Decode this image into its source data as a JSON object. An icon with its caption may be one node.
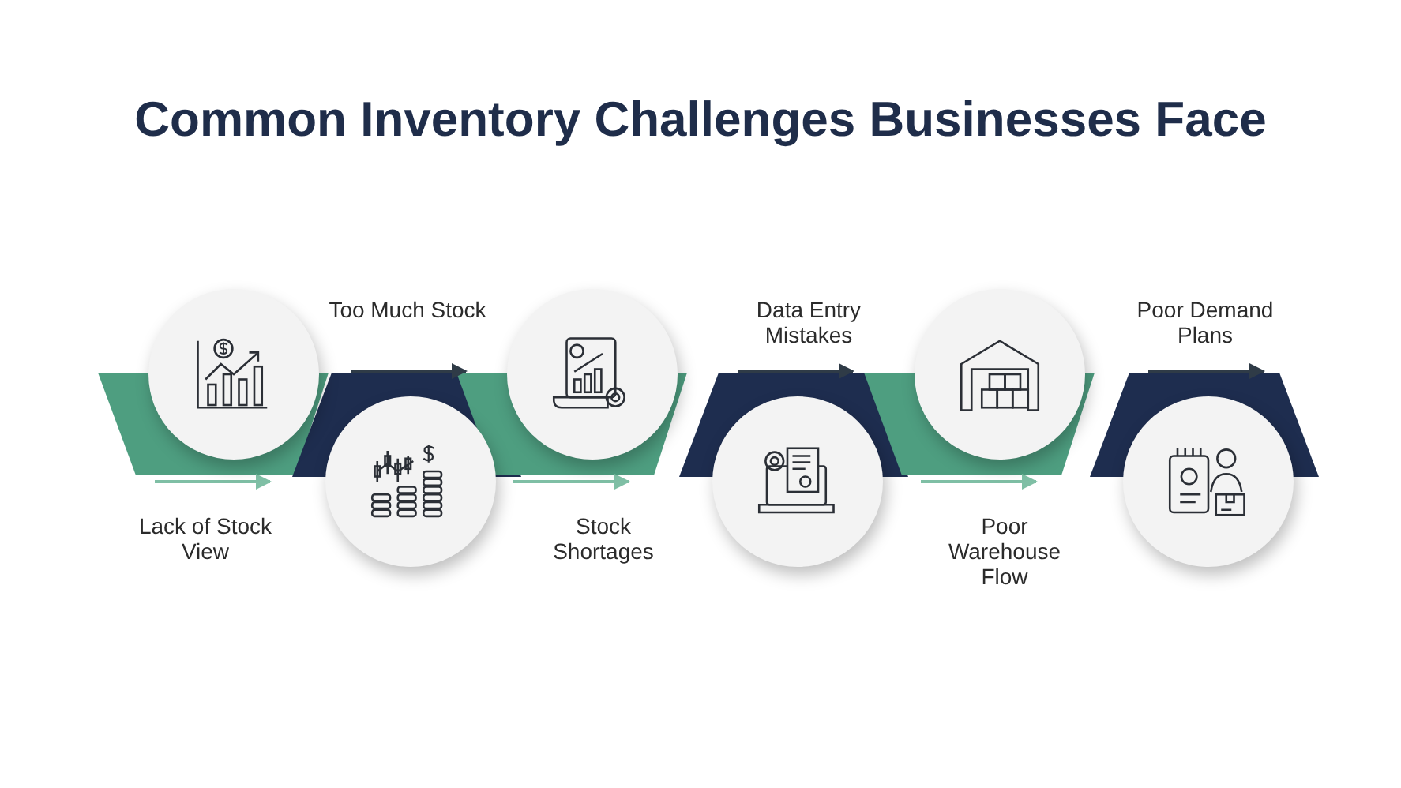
{
  "diagram": {
    "title": "Common Inventory Challenges Businesses Face",
    "nodes": [
      {
        "text": [],
        "shape": "circle"
      },
      {
        "text": [],
        "shape": "circle"
      },
      {
        "text": [],
        "shape": "circle"
      },
      {
        "text": [],
        "shape": "circle"
      },
      {
        "text": [],
        "shape": "circle"
      },
      {
        "text": [],
        "shape": "circle"
      }
    ],
    "labels": [
      "Too Much Stock",
      "Data Entry Mistakes",
      "Poor Demand Plans",
      "Lack of Stock View",
      "Stock Shortages",
      "Poor Warehouse Flow"
    ]
  }
}
